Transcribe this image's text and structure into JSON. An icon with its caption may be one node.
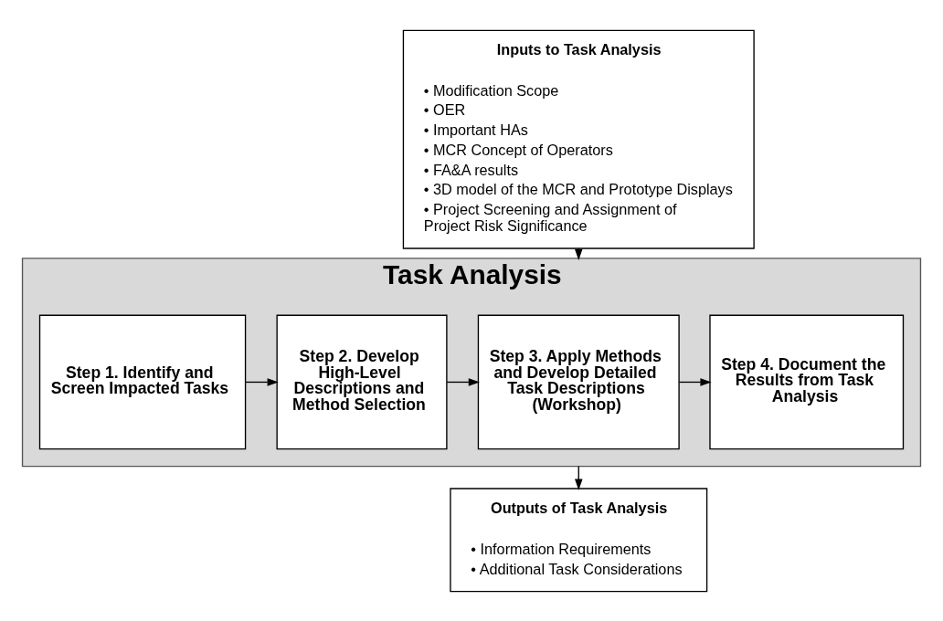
{
  "diagram": {
    "nodes": [
      {
        "text": [
          "Inputs to Task Analysis",
          "• Modification Scope",
          "• OER",
          "• Important HAs",
          "• MCR Concept of Operators",
          "• FA&A results",
          "• 3D model of the MCR and Prototype Displays",
          "• Project Screening and Assignment of Project Risk Significance"
        ]
      },
      {
        "text": [
          "Task Analysis"
        ]
      },
      {
        "text": [
          "Step 1. Identify and Screen Impacted Tasks"
        ],
        "in": 1
      },
      {
        "text": [
          "Step 2. Develop High-Level Descriptions and Method Selection"
        ],
        "in": 1
      },
      {
        "text": [
          "Step 3. Apply Methods and Develop Detailed Task Descriptions (Workshop)"
        ],
        "in": 1
      },
      {
        "text": [
          "Step 4. Document the Results from Task Analysis"
        ],
        "in": 1
      },
      {
        "text": [
          "Outputs of Task Analysis",
          "• Information Requirements",
          "• Additional Task Considerations"
        ]
      }
    ],
    "edges": [
      {
        "from": 0,
        "to": 1,
        "arrow": "to"
      },
      {
        "from": 2,
        "to": 3,
        "arrow": "to"
      },
      {
        "from": 3,
        "to": 4,
        "arrow": "to"
      },
      {
        "from": 4,
        "to": 5,
        "arrow": "to"
      },
      {
        "from": 1,
        "to": 6,
        "arrow": "to"
      }
    ]
  }
}
